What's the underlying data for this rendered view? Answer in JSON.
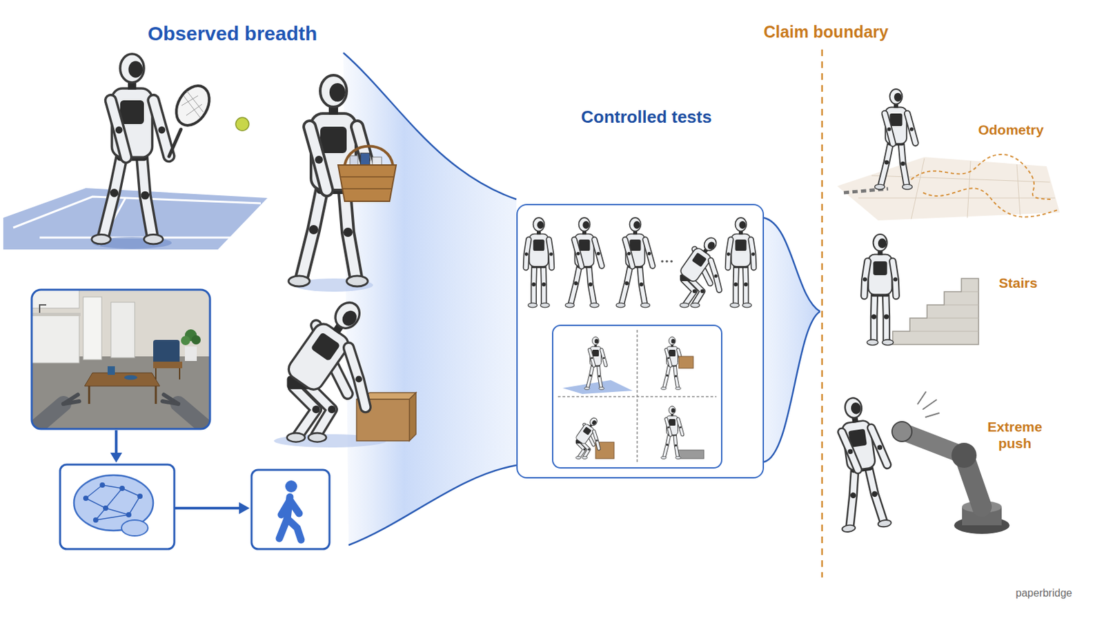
{
  "diagram": {
    "nodes": [
      {
        "text": [
          "Controlled tests"
        ]
      }
    ],
    "labels": [
      "Observed breadth",
      "Claim boundary",
      "Odometry",
      "Stairs",
      "Extreme push",
      "paperbridge"
    ]
  }
}
